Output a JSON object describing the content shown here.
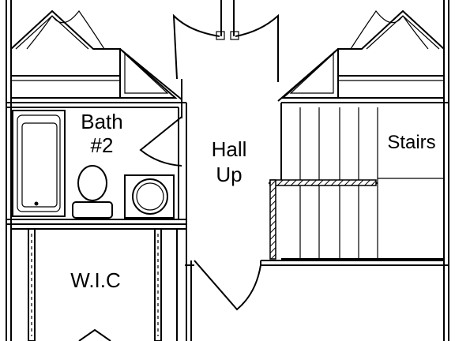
{
  "rooms": {
    "bath_line1": "Bath",
    "bath_line2": "#2",
    "hall_line1": "Hall",
    "hall_line2": "Up",
    "stairs": "Stairs",
    "wic": "W.I.C"
  },
  "colors": {
    "line": "#000000",
    "background": "#ffffff"
  }
}
